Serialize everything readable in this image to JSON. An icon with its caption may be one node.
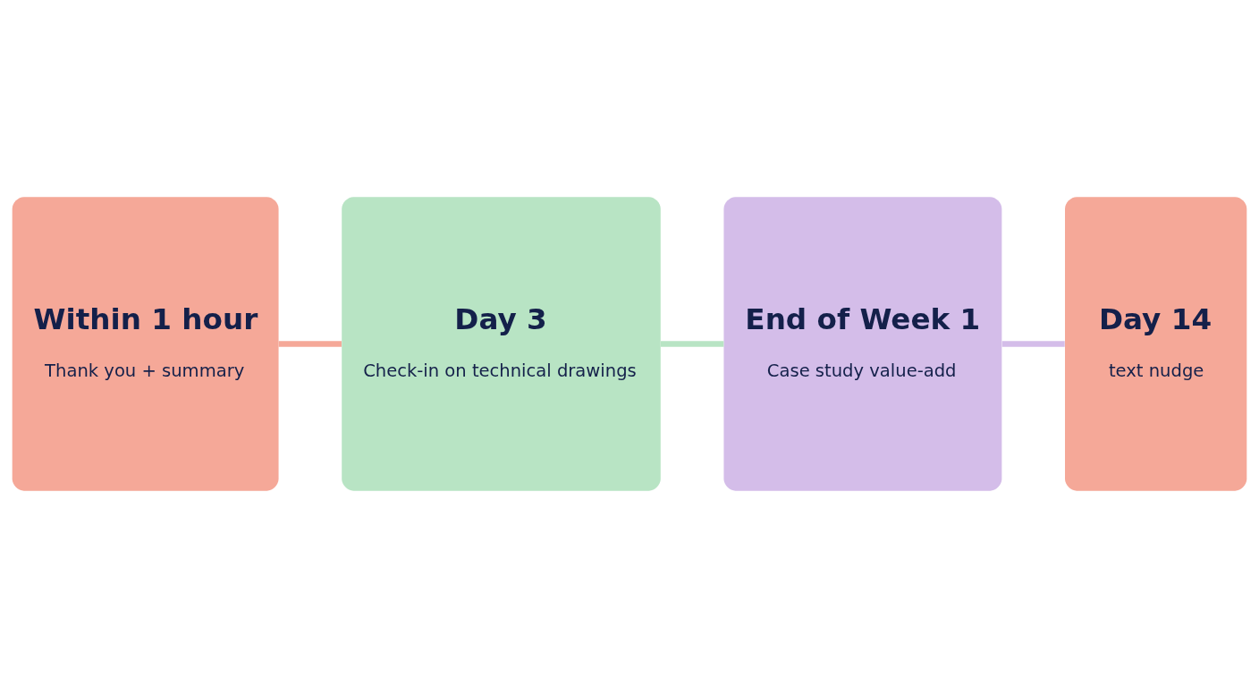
{
  "diagram": {
    "nodes": [
      {
        "text": [
          "Within 1 hour",
          "Thank you + summary"
        ]
      },
      {
        "text": [
          "Day 3",
          "Check-in on technical drawings"
        ]
      },
      {
        "text": [
          "End of Week 1",
          "Case study value-add"
        ]
      },
      {
        "text": [
          "Day 14",
          "text nudge"
        ]
      }
    ],
    "edges": [
      {
        "from": 0,
        "to": 1,
        "arrow": "none",
        "color": "#f5a898"
      },
      {
        "from": 1,
        "to": 2,
        "arrow": "none",
        "color": "#b8e4c4"
      },
      {
        "from": 2,
        "to": 3,
        "arrow": "none",
        "color": "#d4bde9"
      }
    ]
  }
}
